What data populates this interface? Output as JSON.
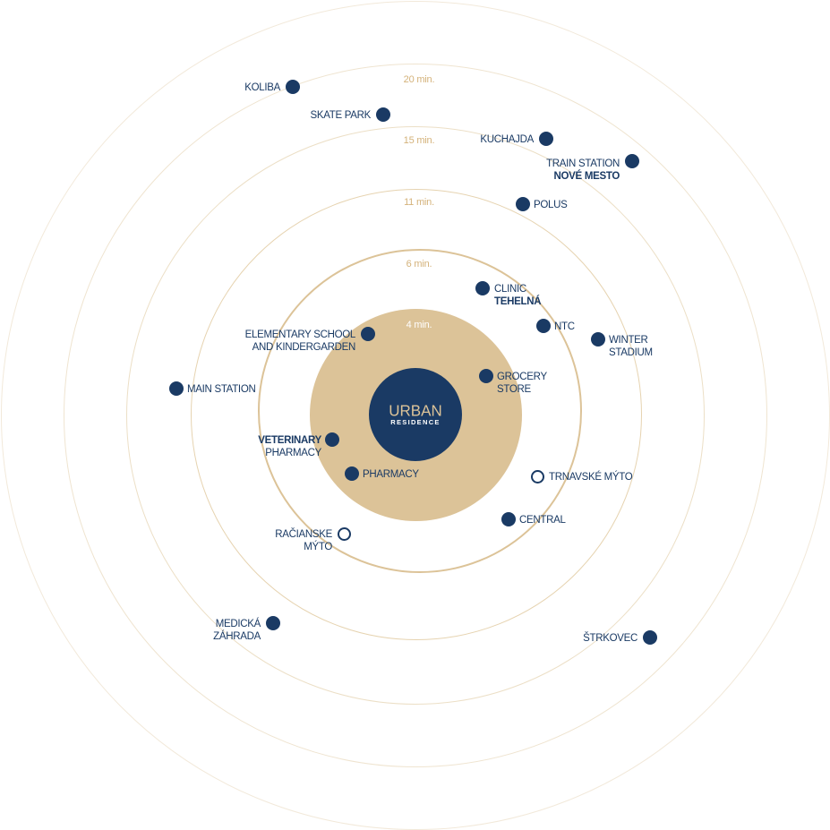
{
  "colors": {
    "navy": "#1a3a64",
    "gold": "#d4b27a",
    "gold_fill": "#dcc398",
    "ring_faint": "#efe4d0",
    "ring_mid": "#e3cda6",
    "white": "#ffffff"
  },
  "rings": {
    "r20": "20 min.",
    "r15": "15 min.",
    "r11": "11 min.",
    "r6": "6 min.",
    "r4": "4 min."
  },
  "hub": {
    "logo_top": "URBAN",
    "logo_bottom": "RESIDENCE"
  },
  "places": {
    "koliba": "KOLIBA",
    "skate_park": "SKATE PARK",
    "kuchajda": "KUCHAJDA",
    "train_station_1": "TRAIN STATION",
    "train_station_2": "NOVÉ MESTO",
    "polus": "POLUS",
    "clinic_1": "CLINIC",
    "clinic_2": "TEHELNÁ",
    "ntc": "NTC",
    "winter_1": "WINTER",
    "winter_2": "STADIUM",
    "school_1": "ELEMENTARY SCHOOL",
    "school_2": "AND KINDERGARDEN",
    "main_station": "MAIN STATION",
    "grocery_1": "GROCERY",
    "grocery_2": "STORE",
    "vet_1": "VETERINARY",
    "vet_2": "PHARMACY",
    "pharmacy": "PHARMACY",
    "trnavske": "TRNAVSKÉ MÝTO",
    "central": "CENTRAL",
    "racianske_1": "RAČIANSKE",
    "racianske_2": "MÝTO",
    "medicka_1": "MEDICKÁ",
    "medicka_2": "ZÁHRADA",
    "strkovec": "ŠTRKOVEC"
  }
}
